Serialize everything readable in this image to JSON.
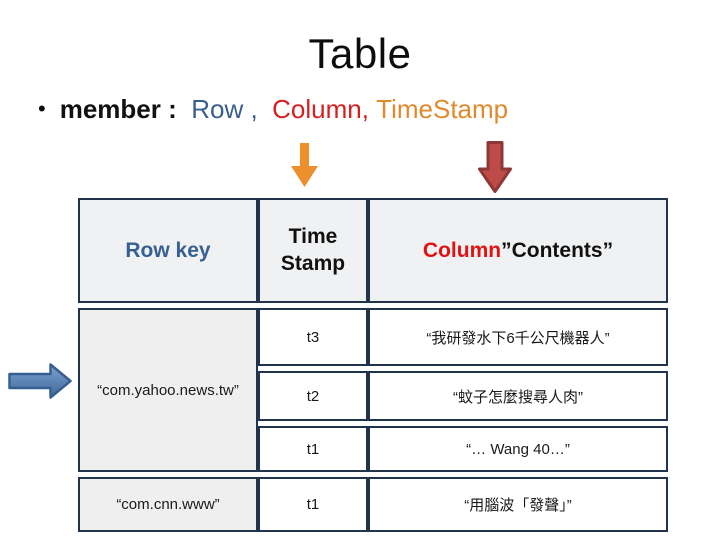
{
  "slide": {
    "title": "Table"
  },
  "bullet": {
    "marker": "•",
    "prefix": "member :  ",
    "row": "Row ,  ",
    "column": "Column, ",
    "timestamp": "TimeStamp"
  },
  "table": {
    "header": {
      "row_key": "Row key",
      "time_stamp": "Time Stamp",
      "column": "Column",
      "contents": "”Contents”"
    },
    "body": {
      "yahoo_key": "“com.yahoo.news.tw”",
      "cnn_key": "“com.cnn.www”",
      "rows": [
        {
          "time": "t3",
          "content": "“我研發水下6千公尺機器人”"
        },
        {
          "time": "t2",
          "content": "“蚊子怎麼搜尋人肉”"
        },
        {
          "time": "t1",
          "content": "“… Wang 40…”"
        },
        {
          "time": "t1",
          "content": "“用腦波「發聲」”"
        }
      ]
    }
  },
  "icons": {
    "orange_down_arrow": "orange-down-arrow",
    "red_down_arrow": "red-down-arrow",
    "blue_right_arrow": "blue-right-arrow"
  },
  "colors": {
    "bullet_blue": "#3A5F8F",
    "bullet_red": "#D51F1F",
    "bullet_orange": "#E08A2E",
    "header_row_key_blue": "#376092",
    "header_column_red": "#E01212",
    "table_border_navy": "#22344C",
    "header_cell_gray": "#F0F1F3",
    "key_cell_gray": "#EFEFEF",
    "arrow_orange_fill": "#EC8F2C",
    "arrow_red_fill": "#BE4B48",
    "arrow_red_stroke": "#8E3836",
    "arrow_blue_fill": "#4F81BD",
    "arrow_blue_stroke": "#365F91"
  }
}
